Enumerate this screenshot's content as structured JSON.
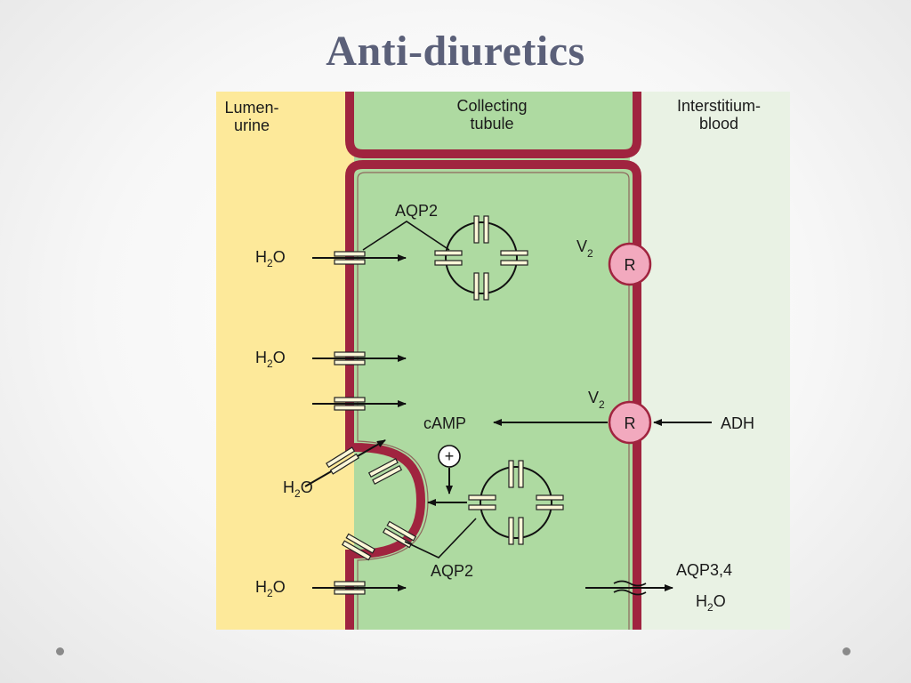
{
  "slide": {
    "title": "Anti-diuretics"
  },
  "diagram": {
    "regions": {
      "lumen_line1": "Lumen-",
      "lumen_line2": "urine",
      "tubule_line1": "Collecting",
      "tubule_line2": "tubule",
      "interstitium_line1": "Interstitium-",
      "interstitium_line2": "blood"
    },
    "labels": {
      "aqp2_top": "AQP2",
      "aqp2_bottom": "AQP2",
      "water_h": "H",
      "water_sub": "2",
      "water_o": "O",
      "v": "V",
      "v_sub": "2",
      "receptor": "R",
      "camp": "cAMP",
      "plus": "+",
      "adh": "ADH",
      "aqp34": "AQP3,4"
    },
    "colors": {
      "lumen": "#fde99a",
      "tubule": "#aedaa1",
      "interstitium": "#e9f2e4",
      "membrane": "#a0243f",
      "receptor": "#f2a9be",
      "channel": "#fbf6d7"
    }
  }
}
